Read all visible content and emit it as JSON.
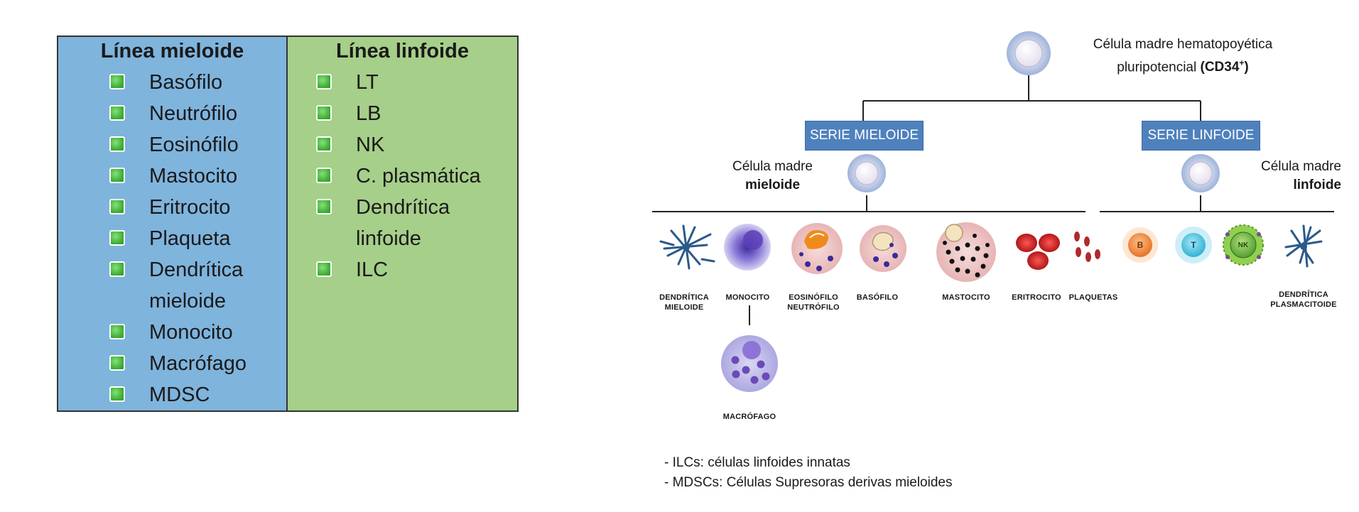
{
  "table": {
    "myeloid_title": "Línea mieloide",
    "lymphoid_title": "Línea linfoide",
    "myeloid_items": [
      "Basófilo",
      "Neutrófilo",
      "Eosinófilo",
      "Mastocito",
      "Eritrocito",
      "Plaqueta",
      "Dendrítica mieloide",
      "Monocito",
      "Macrófago",
      "MDSC"
    ],
    "lymphoid_items": [
      "LT",
      "LB",
      "NK",
      "C. plasmática",
      "Dendrítica linfoide",
      "ILC"
    ]
  },
  "diagram": {
    "stem_cell_line1": "Célula madre hematopoyética",
    "stem_cell_line2_prefix": "pluripotencial ",
    "stem_cell_line2_bold": "(CD34",
    "stem_cell_sup": "+",
    "stem_cell_line2_close": ")",
    "serie_mieloide": "SERIE MIELOIDE",
    "serie_linfoide": "SERIE LINFOIDE",
    "myeloid_stem_line1": "Célula madre",
    "myeloid_stem_line2": "mieloide",
    "lymphoid_stem_line1": "Célula madre",
    "lymphoid_stem_line2": "linfoide",
    "cells": {
      "dendritica_mieloide_1": "DENDRÍTICA",
      "dendritica_mieloide_2": "MIELOIDE",
      "monocito": "MONOCITO",
      "eosinofilo_1": "EOSINÓFILO",
      "eosinofilo_2": "NEUTRÓFILO",
      "basofilo": "BASÓFILO",
      "mastocito": "MASTOCITO",
      "eritrocito": "ERITROCITO",
      "plaquetas": "PLAQUETAS",
      "macrofago": "MACRÓFAGO",
      "dendritica_plasma_1": "DENDRÍTICA",
      "dendritica_plasma_2": "PLASMACITOIDE",
      "b_label": "B",
      "t_label": "T",
      "nk_label": "NK"
    },
    "notes": [
      "- ILCs: células linfoides innatas",
      "- MDSCs: Células Supresoras derivas mieloides"
    ]
  },
  "colors": {
    "myeloid_bg": "#7fb4dd",
    "lymphoid_bg": "#a6cf8a",
    "serie_box": "#4f81bd"
  }
}
